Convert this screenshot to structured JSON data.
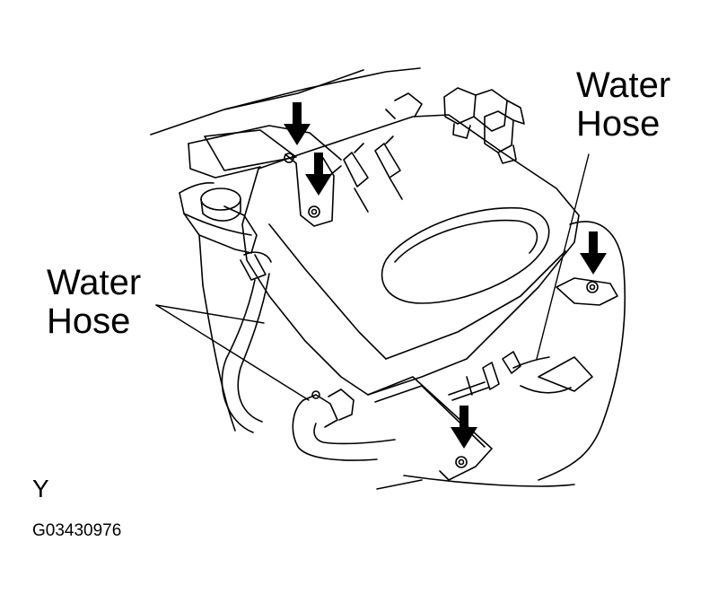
{
  "labels": {
    "water_hose_top_right": [
      "Water",
      "Hose"
    ],
    "water_hose_left": [
      "Water",
      "Hose"
    ]
  },
  "view_letter": "Y",
  "figure_code": "G03430976",
  "colors": {
    "ink": "#000000",
    "paper": "#ffffff"
  }
}
